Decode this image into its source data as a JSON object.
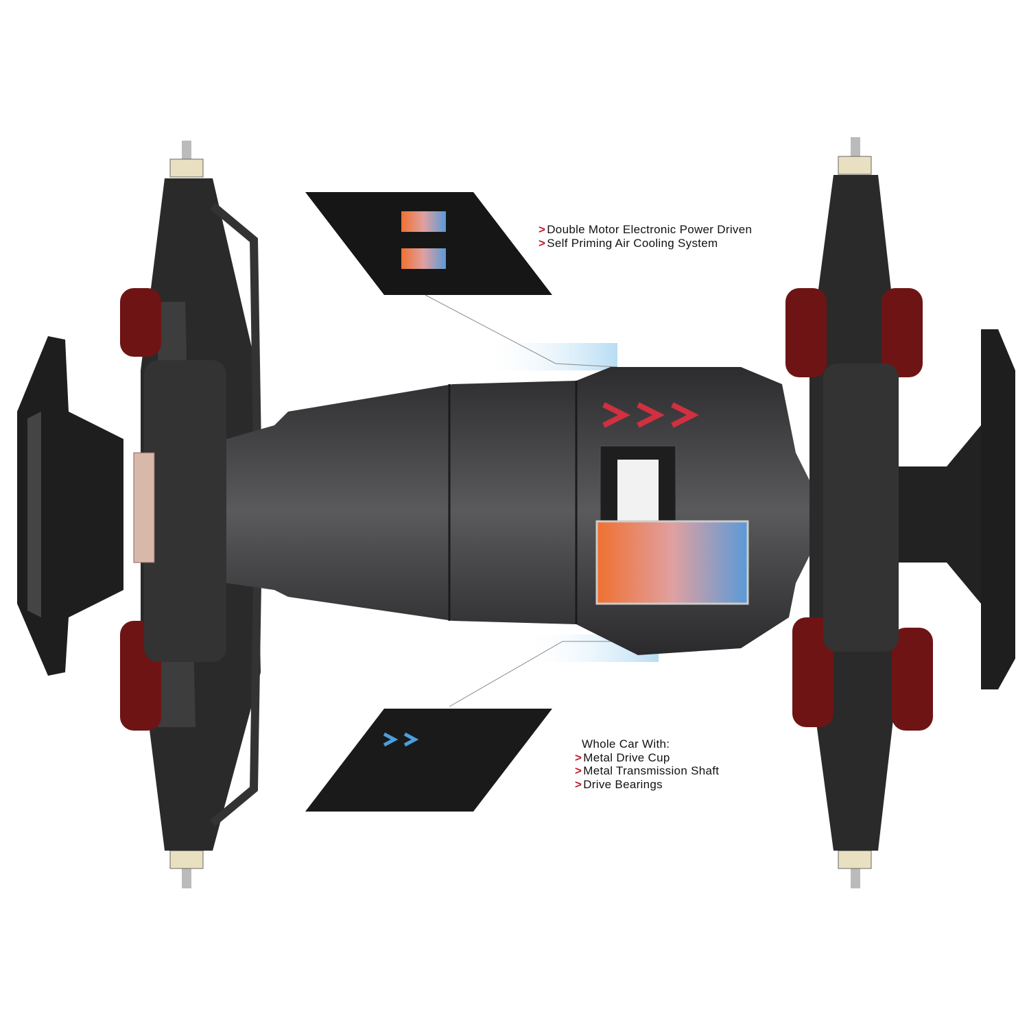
{
  "callouts": {
    "motor": {
      "items": [
        "Double Motor Electronic Power Driven",
        "Self Priming Air Cooling System"
      ]
    },
    "drivetrain": {
      "heading": "Whole Car With:",
      "items": [
        "Metal Drive Cup",
        "Metal Transmission Shaft",
        "Drive Bearings"
      ]
    }
  },
  "bullet_glyph": ">",
  "colors": {
    "bullet": "#c0192b",
    "chassis": "#3a3a3c",
    "shock_spring": "#7a1a1a",
    "cooling_glow": "#6ab8e8"
  }
}
